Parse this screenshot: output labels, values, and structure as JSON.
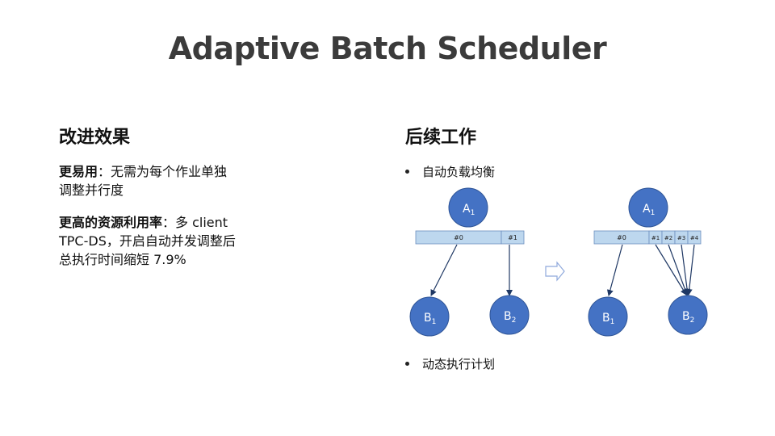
{
  "title": "Adaptive Batch Scheduler",
  "left": {
    "heading": "改进效果",
    "p1_bold": "更易用",
    "p1_line1": "：无需为每个作业单独",
    "p1_line2": "调整并行度",
    "p2_bold": "更高的资源利用率",
    "p2_line1": "：多 client",
    "p2_line2": "TPC-DS，开启自动并发调整后",
    "p2_line3": "总执行时间缩短 7.9%"
  },
  "right": {
    "heading": "后续工作",
    "bullet1": "自动负载均衡",
    "bullet2": "动态执行计划"
  },
  "diagram": {
    "node_fill": "#4472c4",
    "node_stroke": "#2f5597",
    "bar_fill": "#bdd7ee",
    "bar_stroke": "#6c8ebf",
    "left": {
      "a_label": "A",
      "a_sub": "1",
      "b1_label": "B",
      "b1_sub": "1",
      "b2_label": "B",
      "b2_sub": "2",
      "seg0": "#0",
      "seg1": "#1"
    },
    "right": {
      "a_label": "A",
      "a_sub": "1",
      "b1_label": "B",
      "b1_sub": "1",
      "b2_label": "B",
      "b2_sub": "2",
      "seg0": "#0",
      "seg1": "#1",
      "seg2": "#2",
      "seg3": "#3",
      "seg4": "#4"
    }
  }
}
